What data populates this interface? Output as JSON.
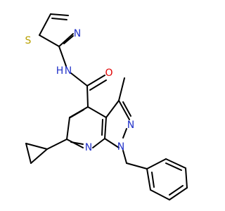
{
  "atoms": {
    "S1": {
      "text": "S",
      "color": "#b8a000"
    },
    "N1": {
      "text": "N",
      "color": "#2030c8"
    },
    "NH": {
      "text": "N",
      "color": "#2030c8"
    },
    "H": {
      "text": "H",
      "color": "#2030c8"
    },
    "O": {
      "text": "O",
      "color": "#e00000"
    },
    "N2": {
      "text": "N",
      "color": "#2030c8"
    },
    "N3": {
      "text": "N",
      "color": "#2030c8"
    },
    "N4": {
      "text": "N",
      "color": "#2030c8"
    }
  }
}
